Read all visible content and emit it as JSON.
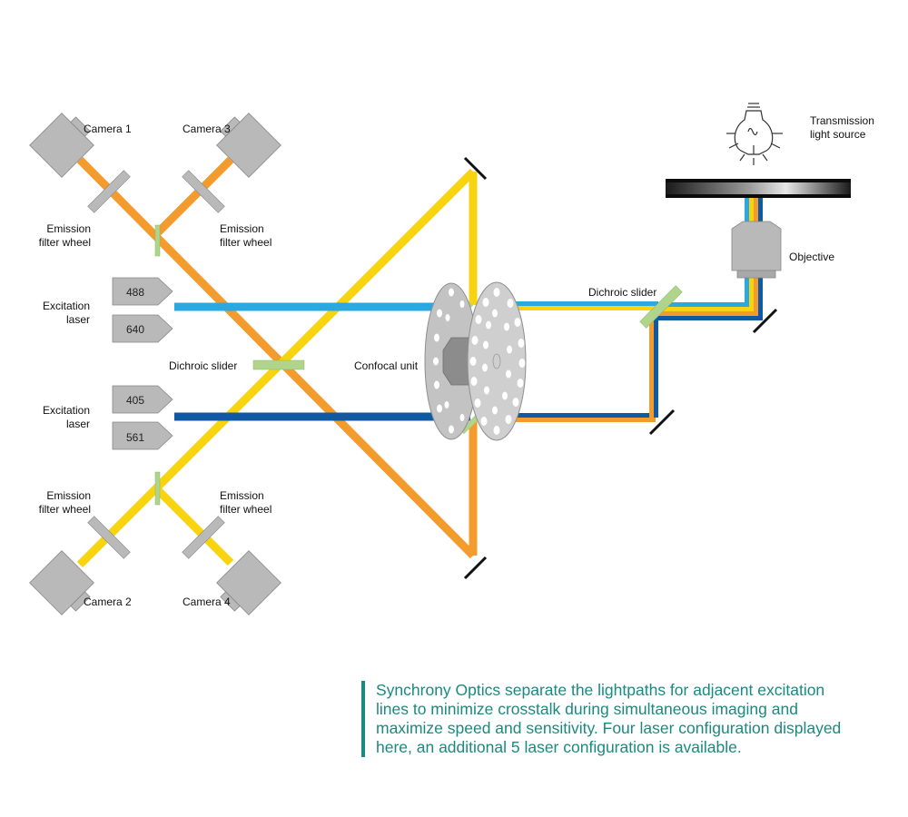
{
  "labels": {
    "camera1": "Camera 1",
    "camera2": "Camera 2",
    "camera3": "Camera 3",
    "camera4": "Camera 4",
    "emission_filter_tl": [
      "Emission",
      "filter wheel"
    ],
    "emission_filter_tr": [
      "Emission",
      "filter wheel"
    ],
    "emission_filter_bl": [
      "Emission",
      "filter wheel"
    ],
    "emission_filter_br": [
      "Emission",
      "filter wheel"
    ],
    "excitation_laser_top": [
      "Excitation",
      "laser"
    ],
    "excitation_laser_bottom": [
      "Excitation",
      "laser"
    ],
    "dichroic_slider_left": "Dichroic slider",
    "dichroic_slider_right": "Dichroic slider",
    "confocal_unit": "Confocal unit",
    "objective": "Objective",
    "transmission_light_source": [
      "Transmission",
      "light source"
    ]
  },
  "lasers": [
    "488",
    "640",
    "405",
    "561"
  ],
  "caption": [
    "Synchrony Optics separate the lightpaths for adjacent excitation",
    "lines to minimize crosstalk during simultaneous imaging and",
    "maximize speed and sensitivity. Four laser configuration displayed",
    "here, an additional 5 laser configuration is available."
  ],
  "colors": {
    "orange": "#f39b2c",
    "yellow": "#f8d30f",
    "light_blue": "#2aa8df",
    "dark_blue": "#0f5aa3",
    "filter_green": "#b0d48c",
    "component_gray": "#b9b9b9",
    "caption_teal": "#1a8a80"
  }
}
